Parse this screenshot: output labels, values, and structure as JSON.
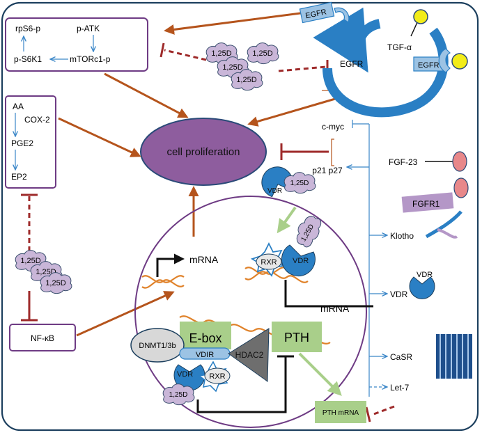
{
  "labels": {
    "rps6p": "rpS6-p",
    "patk": "p-ATK",
    "ps6k1": "p-S6K1",
    "mtorc1": "mTORc1-p",
    "egfr": "EGFR",
    "tgfa": "TGF-α",
    "d125": "1,25D",
    "aa": "AA",
    "cox2": "COX-2",
    "pge2": "PGE2",
    "ep2": "EP2",
    "cell_proliferation": "cell proliferation",
    "cmyc": "c-myc",
    "p21p27": "p21 p27",
    "fgf23": "FGF-23",
    "fgfr1": "FGFR1",
    "klotho": "Klotho",
    "vdr": "VDR",
    "rxr": "RXR",
    "mrna": "mRNA",
    "casr": "CaSR",
    "let7": "Let-7",
    "nfkb": "NF-κB",
    "ebox": "E-box",
    "pth": "PTH",
    "dnmt": "DNMT1/3b",
    "vdir": "VDIR",
    "hdac2": "HDAC2",
    "pth_mrna": "PTH mRNA"
  },
  "colors": {
    "cell_border": "#1c3f5e",
    "activation": "#b5541c",
    "inhibition": "#9e2a2a",
    "blue_link": "#3a86c8",
    "vdr_fill": "#2a7fc4",
    "d125_fill": "#c9b6d8",
    "prolif_fill": "#8e5d9e",
    "box_border": "#6e3b84",
    "pth_box": "#a9cf8a",
    "receptor_fill": "#9cc3e4",
    "ligand_fill": "#f2ec19",
    "fgf_fill": "#e8888a",
    "fgfr1_fill": "#b497c7"
  }
}
